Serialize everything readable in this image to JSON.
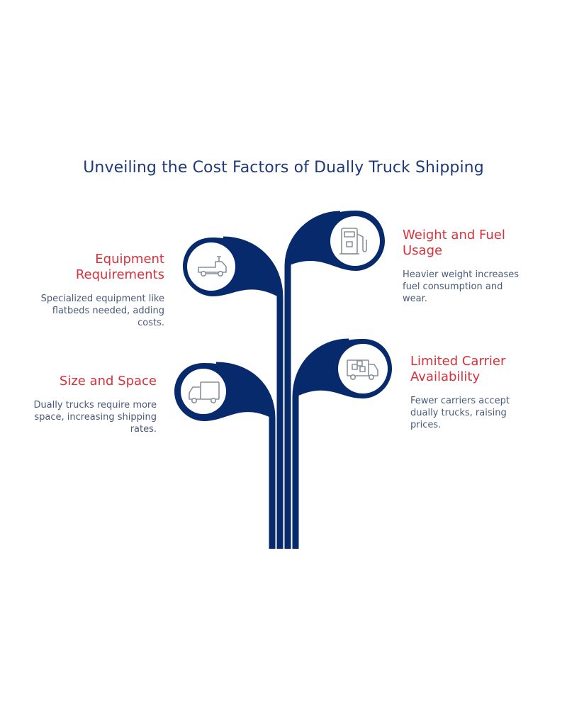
{
  "title": "Unveiling the Cost Factors of Dually Truck Shipping",
  "colors": {
    "stem": "#062a6b",
    "heading": "#d9303a",
    "body_text": "#4a5a7a",
    "title": "#1f3a7a",
    "icon": "#8a8f99"
  },
  "factors": [
    {
      "heading": "Equipment Requirements",
      "description": "Specialized equipment like flatbeds needed, adding costs.",
      "icon": "flatbed-truck-icon"
    },
    {
      "heading": "Weight and Fuel Usage",
      "description": "Heavier weight increases fuel consumption and wear.",
      "icon": "fuel-pump-icon"
    },
    {
      "heading": "Size and Space",
      "description": "Dually trucks require more space, increasing shipping rates.",
      "icon": "box-truck-icon"
    },
    {
      "heading": "Limited Carrier Availability",
      "description": "Fewer carriers accept dually trucks, raising prices.",
      "icon": "delivery-truck-icon"
    }
  ]
}
